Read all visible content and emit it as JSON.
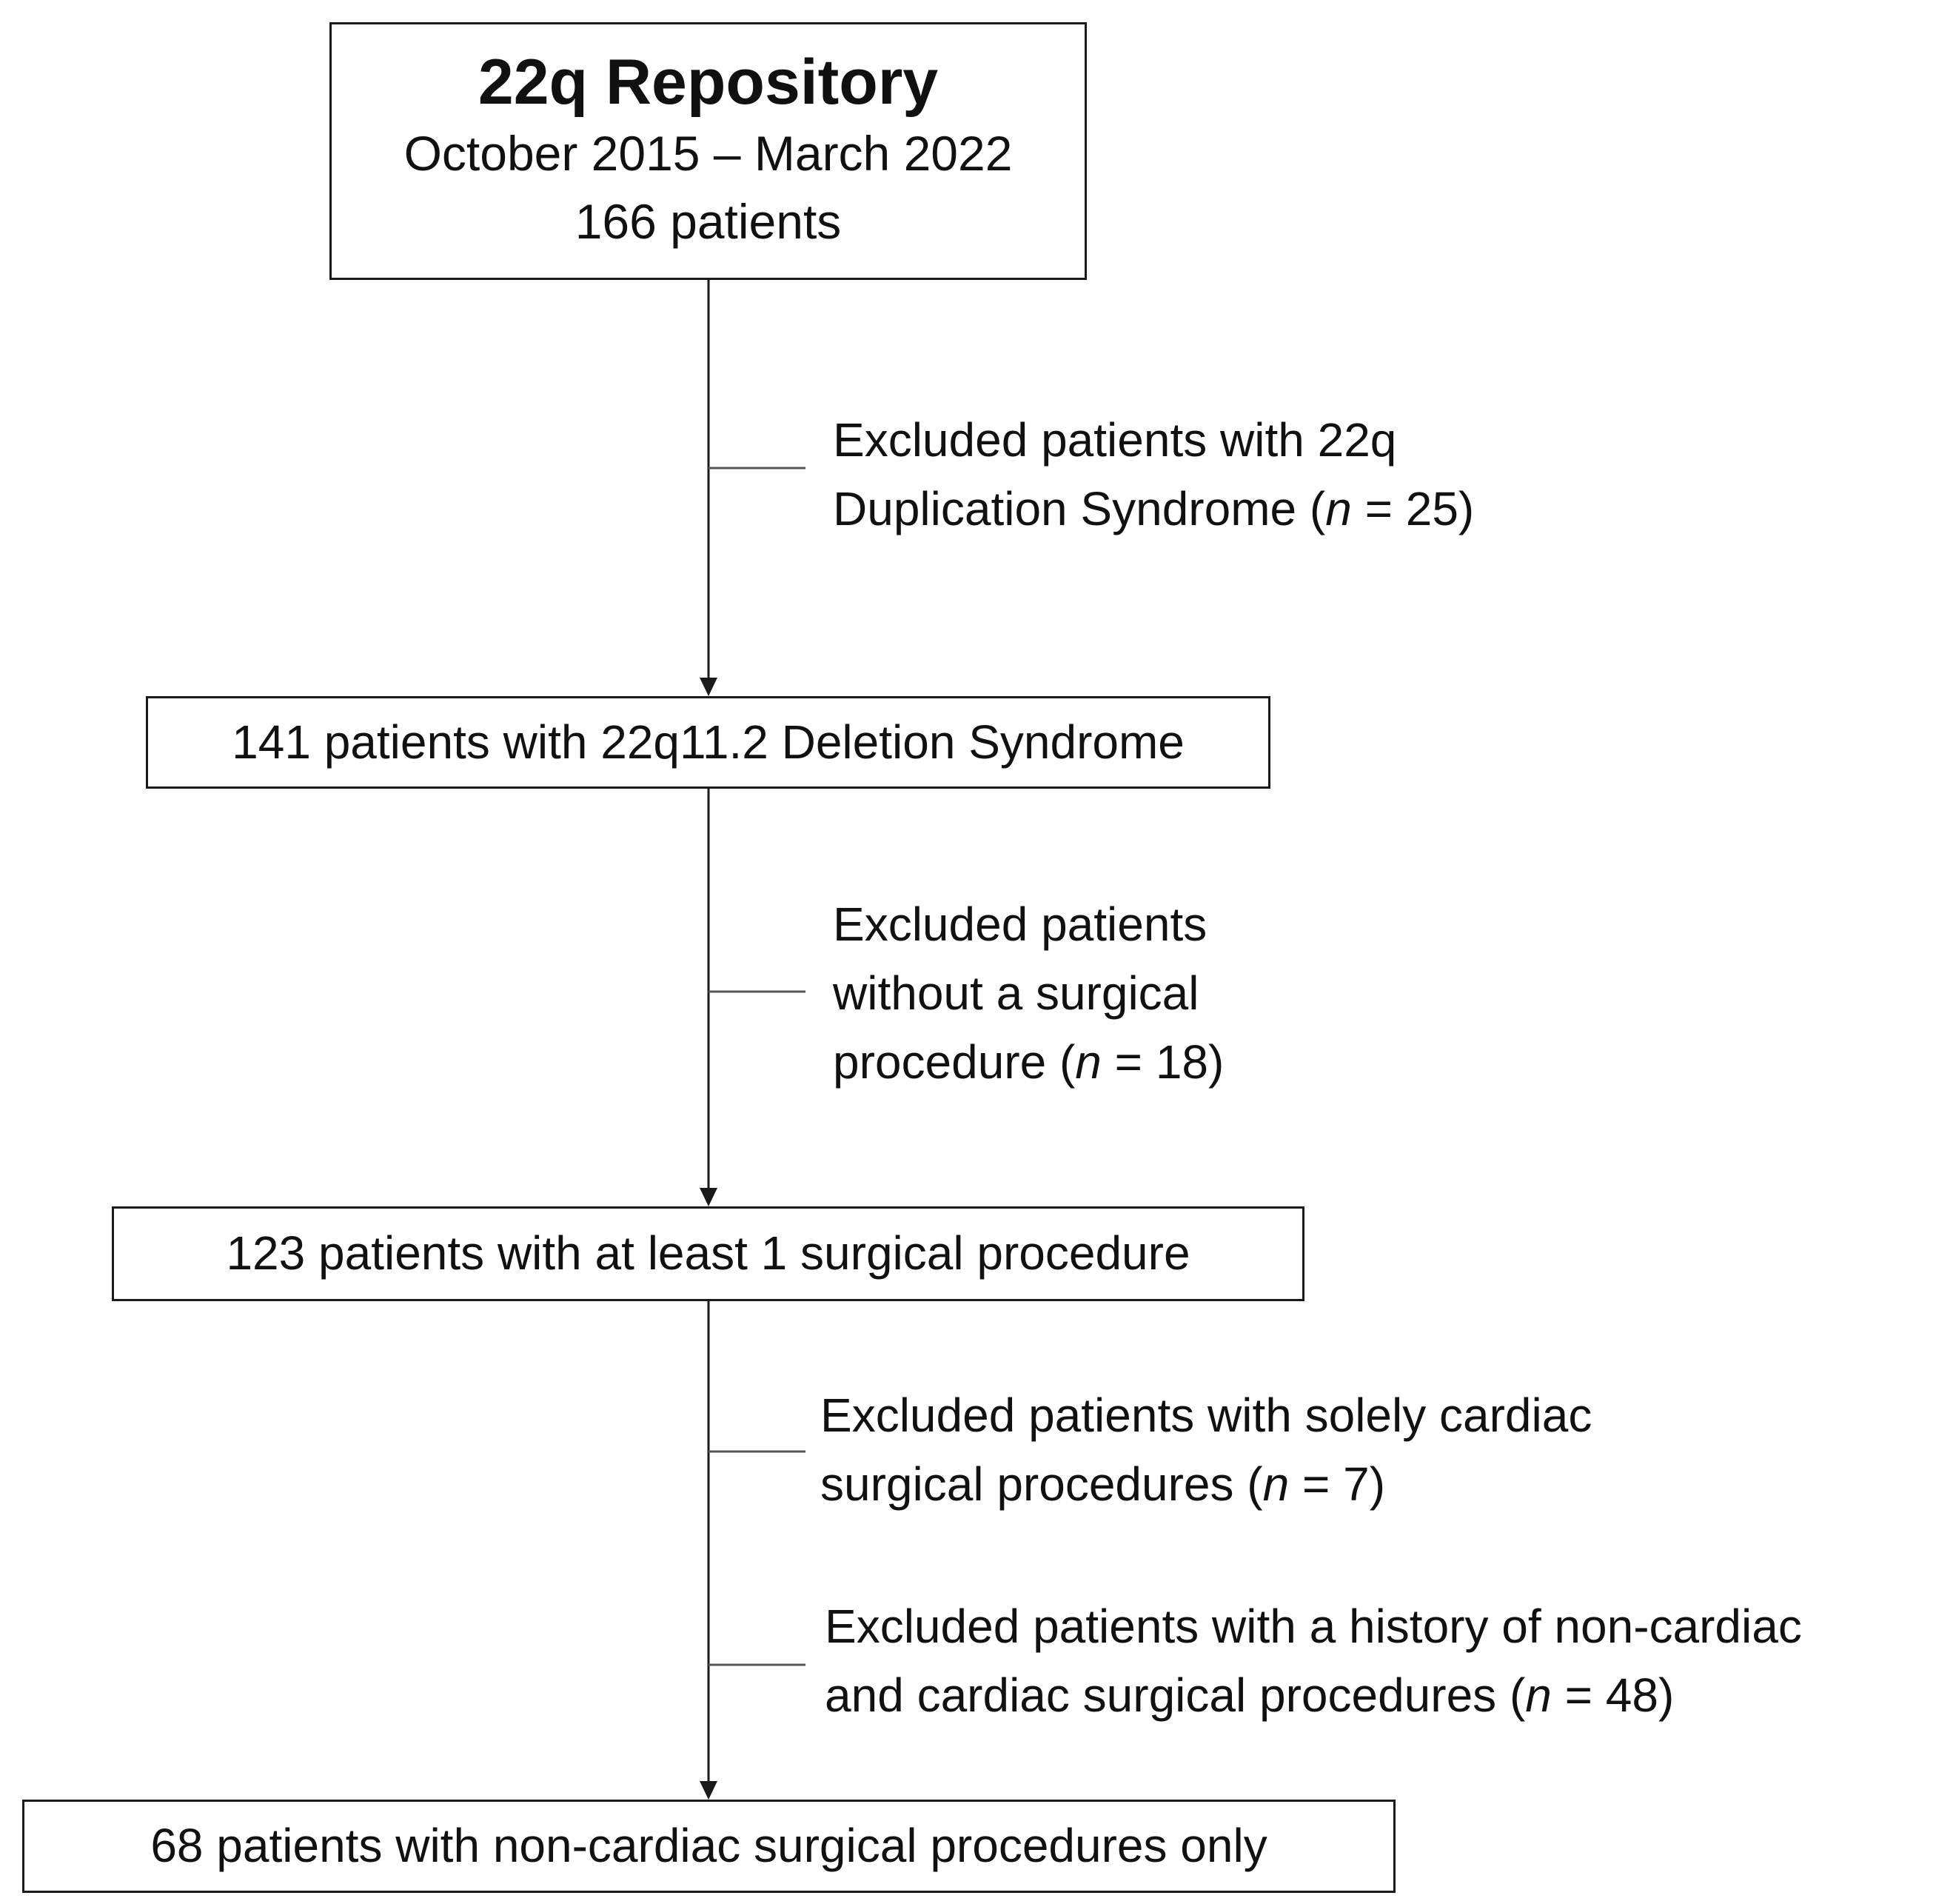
{
  "boxes": {
    "repository": {
      "title": "22q Repository",
      "dates": "October 2015 – March 2022",
      "count": "166 patients"
    },
    "deletion": {
      "label": "141 patients with 22q11.2 Deletion Syndrome"
    },
    "surgical": {
      "label": "123 patients with at least 1 surgical procedure"
    },
    "final": {
      "label": "68 patients with non-cardiac surgical procedures only"
    }
  },
  "exclusions": {
    "duplication": {
      "lines": [
        "Excluded patients with 22q",
        "Duplication Syndrome ("
      ],
      "n_symbol": "n",
      "n_value": " = 25)"
    },
    "no_surgery": {
      "lines": [
        "Excluded patients",
        "without a surgical",
        "procedure ("
      ],
      "n_symbol": "n",
      "n_value": " = 18)"
    },
    "solely_cardiac": {
      "lines": [
        "Excluded patients with solely cardiac",
        "surgical procedures ("
      ],
      "n_symbol": "n",
      "n_value": " = 7)"
    },
    "mixed": {
      "lines": [
        "Excluded patients with a history of non-cardiac",
        "and cardiac surgical procedures ("
      ],
      "n_symbol": "n",
      "n_value": " = 48)"
    }
  }
}
